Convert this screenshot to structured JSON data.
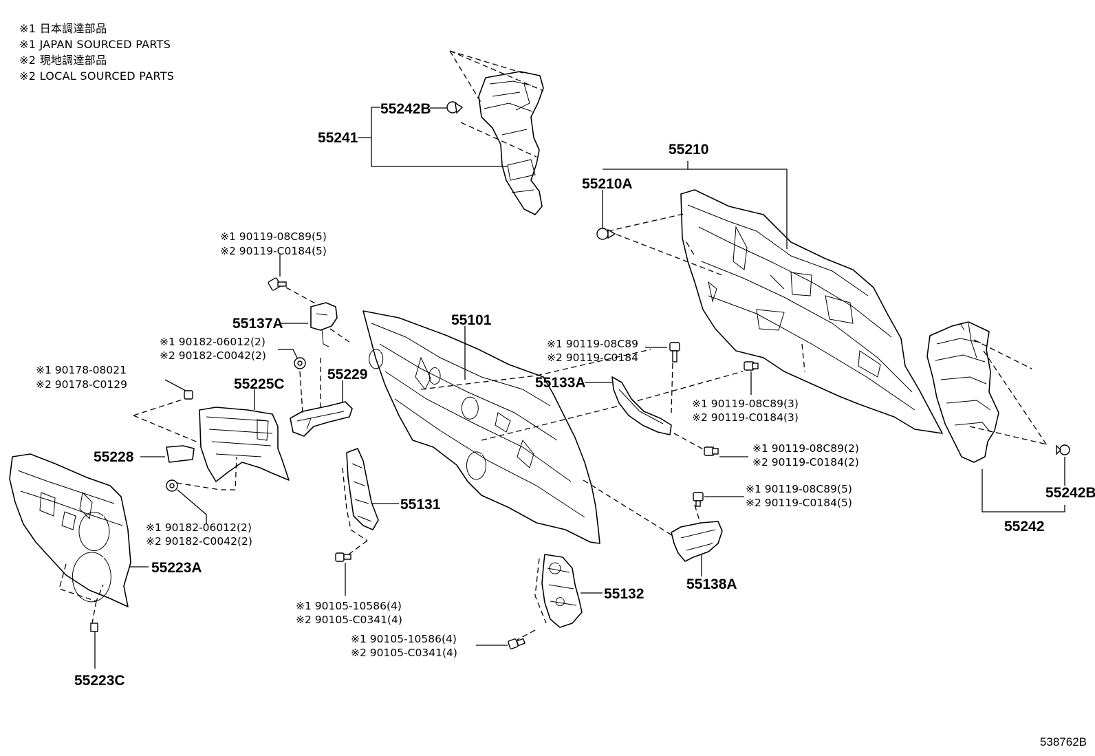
{
  "legend": [
    "※1 日本調達部品",
    "※1 JAPAN SOURCED PARTS",
    "※2 現地調達部品",
    "※2 LOCAL SOURCED PARTS"
  ],
  "labels": {
    "p55242B_top": "55242B",
    "p55241": "55241",
    "p55210": "55210",
    "p55210A": "55210A",
    "p55101": "55101",
    "p55137A": "55137A",
    "p55229": "55229",
    "p55225C": "55225C",
    "p55228": "55228",
    "p55223A": "55223A",
    "p55223C": "55223C",
    "p55131": "55131",
    "p55133A": "55133A",
    "p55132": "55132",
    "p55138A": "55138A",
    "p55242": "55242",
    "p55242B_right": "55242B"
  },
  "callouts": {
    "c1_a": "※1 90119-08C89(5)",
    "c1_b": "※2 90119-C0184(5)",
    "c2_a": "※1 90182-06012(2)",
    "c2_b": "※2 90182-C0042(2)",
    "c3_a": "※1 90178-08021",
    "c3_b": "※2 90178-C0129",
    "c4_a": "※1 90182-06012(2)",
    "c4_b": "※2 90182-C0042(2)",
    "c5_a": "※1 90105-10586(4)",
    "c5_b": "※2 90105-C0341(4)",
    "c6_a": "※1 90105-10586(4)",
    "c6_b": "※2 90105-C0341(4)",
    "c7_a": "※1 90119-08C89",
    "c7_b": "※2 90119-C0184",
    "c8_a": "※1 90119-08C89(3)",
    "c8_b": "※2 90119-C0184(3)",
    "c9_a": "※1 90119-08C89(2)",
    "c9_b": "※2 90119-C0184(2)",
    "c10_a": "※1 90119-08C89(5)",
    "c10_b": "※2 90119-C0184(5)"
  },
  "diagram_id": "538762B"
}
